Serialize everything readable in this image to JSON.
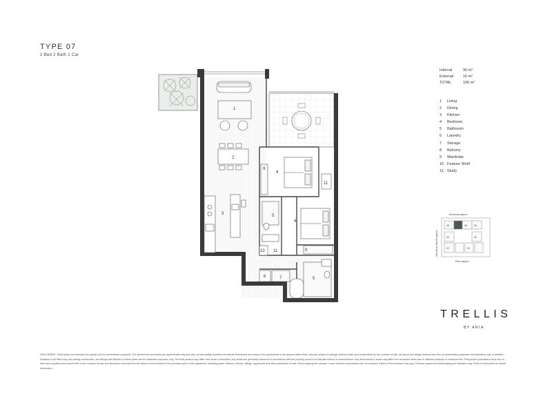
{
  "header": {
    "title": "TYPE 07",
    "subtitle": "2 Bed 2 Bath 1 Car"
  },
  "areas": [
    {
      "label": "Internal",
      "value": "90 m²"
    },
    {
      "label": "External",
      "value": "16 m²"
    },
    {
      "label": "TOTAL",
      "value": "106 m²"
    }
  ],
  "legend": [
    {
      "num": "1",
      "label": "Living"
    },
    {
      "num": "2",
      "label": "Dining"
    },
    {
      "num": "3",
      "label": "Kitchen"
    },
    {
      "num": "4",
      "label": "Bedroom"
    },
    {
      "num": "5",
      "label": "Bathroom"
    },
    {
      "num": "6",
      "label": "Laundry"
    },
    {
      "num": "7",
      "label": "Storage"
    },
    {
      "num": "8",
      "label": "Balcony"
    },
    {
      "num": "9",
      "label": "Wardrobe"
    },
    {
      "num": "10",
      "label": "Feature Shelf"
    },
    {
      "num": "11",
      "label": "Study"
    }
  ],
  "plan_labels": {
    "living": "1",
    "dining": "2",
    "kitchen": "3",
    "bedroom_1": "4",
    "bedroom_2": "4",
    "bathroom_1": "5",
    "bathroom_2": "5",
    "laundry": "6",
    "storage": "7",
    "wardrobe_1": "9",
    "wardrobe_2": "9",
    "feature_shelf": "10",
    "study_1": "11",
    "study_2": "11"
  },
  "key_plan": {
    "north_label": "Kennedy aspect",
    "south_label": "Park aspect",
    "west_label": "Glenferrie Street aspect",
    "units": [
      "08",
      "07",
      "06",
      "05",
      "04",
      "03",
      "02",
      "01"
    ]
  },
  "brand": {
    "name": "TRELLIS",
    "sub": "BY ARIA"
  },
  "disclaimer": "DISCLAIMER: These plans are intended as a guide only for presentation purposes. The dimensions and areas are approximate only and may not accurately represent the actual dimensions and areas of the apartments or the spaces within them, and are subject to change without notice and as permitted by the contract of sale. All layout and design features are also for presentation purposes and indicative only. In addition, locations of all fitted may vary during construction, and fittings and fixtures on these plans are for illustrative purposes only. The final product may differ from what is described. Any areas are generally measured in accordance with the property council of Australia method of measurement. Any dimensions or areas may differ from surveyed areas due to different methods of measurement. Prospective purchasers must rely on their own enquiries and should refer to the contract of sale and disclosure document for all matters to be included in the purchase price of the apartment, including plans, finishes, fixtures, fittings, appliances and other particulars of sale, before signing the contract. Loose furniture and planters are not included. Extent of floor finishes may vary. External spaces and landscaping are indicative only. Refer to level plans for further information."
}
